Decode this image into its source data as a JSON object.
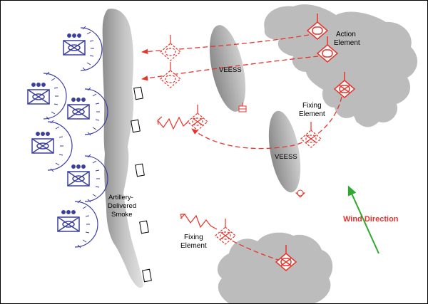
{
  "labels": {
    "action_element": [
      "Action",
      "Element"
    ],
    "fixing_element_top": [
      "Fixing",
      "Element"
    ],
    "fixing_element_bottom": [
      "Fixing",
      "Element"
    ],
    "veess_1": "VEESS",
    "veess_2": "VEESS",
    "smoke": [
      "Artillery-",
      "Delivered",
      "Smoke"
    ],
    "wind_direction": "Wind Direction"
  },
  "colors": {
    "friendly_blue": "#3b3fa0",
    "enemy_red": "#e8332b",
    "terrain_gray": "#b8b8b8",
    "smoke_gray": "#a8a8a8",
    "wind_arrow": "#2ea82e"
  }
}
